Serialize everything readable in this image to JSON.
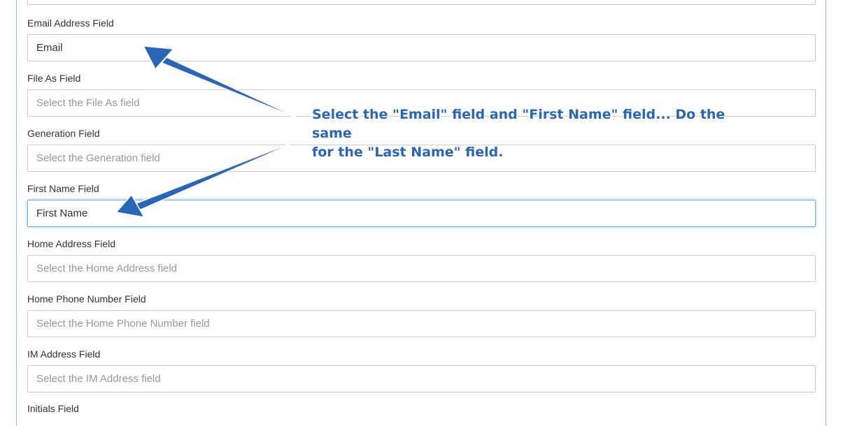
{
  "fields": [
    {
      "label": "Email Address Field",
      "value": "Email",
      "placeholder": ""
    },
    {
      "label": "File As Field",
      "value": "",
      "placeholder": "Select the File As field"
    },
    {
      "label": "Generation Field",
      "value": "",
      "placeholder": "Select the Generation field"
    },
    {
      "label": "First Name Field",
      "value": "First Name",
      "placeholder": ""
    },
    {
      "label": "Home Address Field",
      "value": "",
      "placeholder": "Select the Home Address field"
    },
    {
      "label": "Home Phone Number Field",
      "value": "",
      "placeholder": "Select the Home Phone Number field"
    },
    {
      "label": "IM Address Field",
      "value": "",
      "placeholder": "Select the IM Address field"
    },
    {
      "label": "Initials Field",
      "value": "",
      "placeholder": ""
    }
  ],
  "annotation": {
    "line1": "Select the \"Email\" field and \"First Name\" field... Do the same",
    "line2": "for the \"Last Name\" field.",
    "color": "#2a66b8"
  },
  "colors": {
    "panel_border": "#7fc4d6",
    "input_border": "#cccccc",
    "focus_border": "#66afe9"
  }
}
